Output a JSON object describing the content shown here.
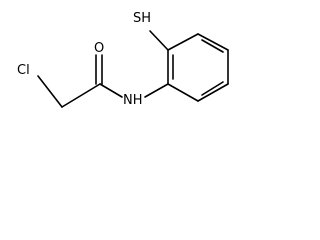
{
  "molecule": {
    "atoms": {
      "chlorine": "Cl",
      "oxygen": "O",
      "amide_nitrogen": "NH",
      "thiol": "SH"
    }
  },
  "colors": {
    "bond": "#000000",
    "label": "#000000",
    "background": "#ffffff"
  }
}
